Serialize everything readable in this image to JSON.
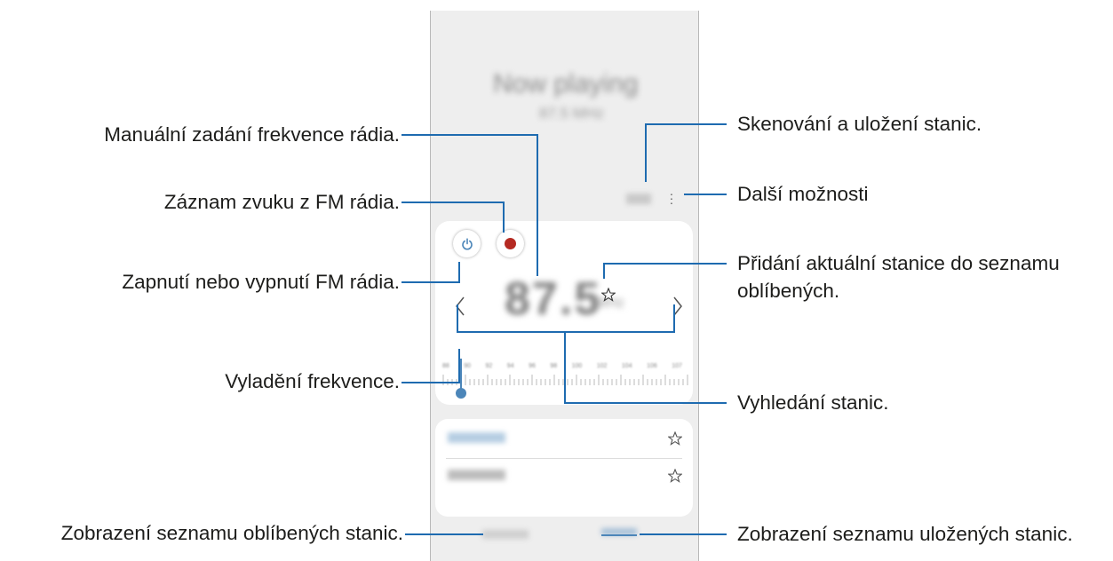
{
  "callouts": {
    "manual_frequency": "Manuální zadání frekvence rádia.",
    "record_audio": "Záznam zvuku z FM rádia.",
    "power_toggle": "Zapnutí nebo vypnutí FM rádia.",
    "tune_frequency": "Vyladění frekvence.",
    "view_favorites": "Zobrazení seznamu oblíbených stanic.",
    "scan_save": "Skenování a uložení stanic.",
    "more_options": "Další možnosti",
    "add_favorite_line1": "Přidání aktuální stanice do seznamu",
    "add_favorite_line2": "oblíbených.",
    "search_stations": "Vyhledání stanic.",
    "view_saved": "Zobrazení seznamu uložených stanic."
  },
  "phone": {
    "now_playing": "Now playing",
    "now_freq": "87.5 MHz",
    "frequency": "87.5",
    "unit": "MHz",
    "scale": [
      "88",
      "90",
      "92",
      "94",
      "96",
      "98",
      "100",
      "102",
      "104",
      "106",
      "107"
    ],
    "favorites_count": 2
  },
  "colors": {
    "callout_line": "#1e6bb0",
    "accent": "#4c86b9",
    "record": "#b52a22"
  },
  "icons": [
    "power-icon",
    "record-icon",
    "star-icon",
    "chevron-left-icon",
    "chevron-right-icon",
    "more-icon"
  ]
}
